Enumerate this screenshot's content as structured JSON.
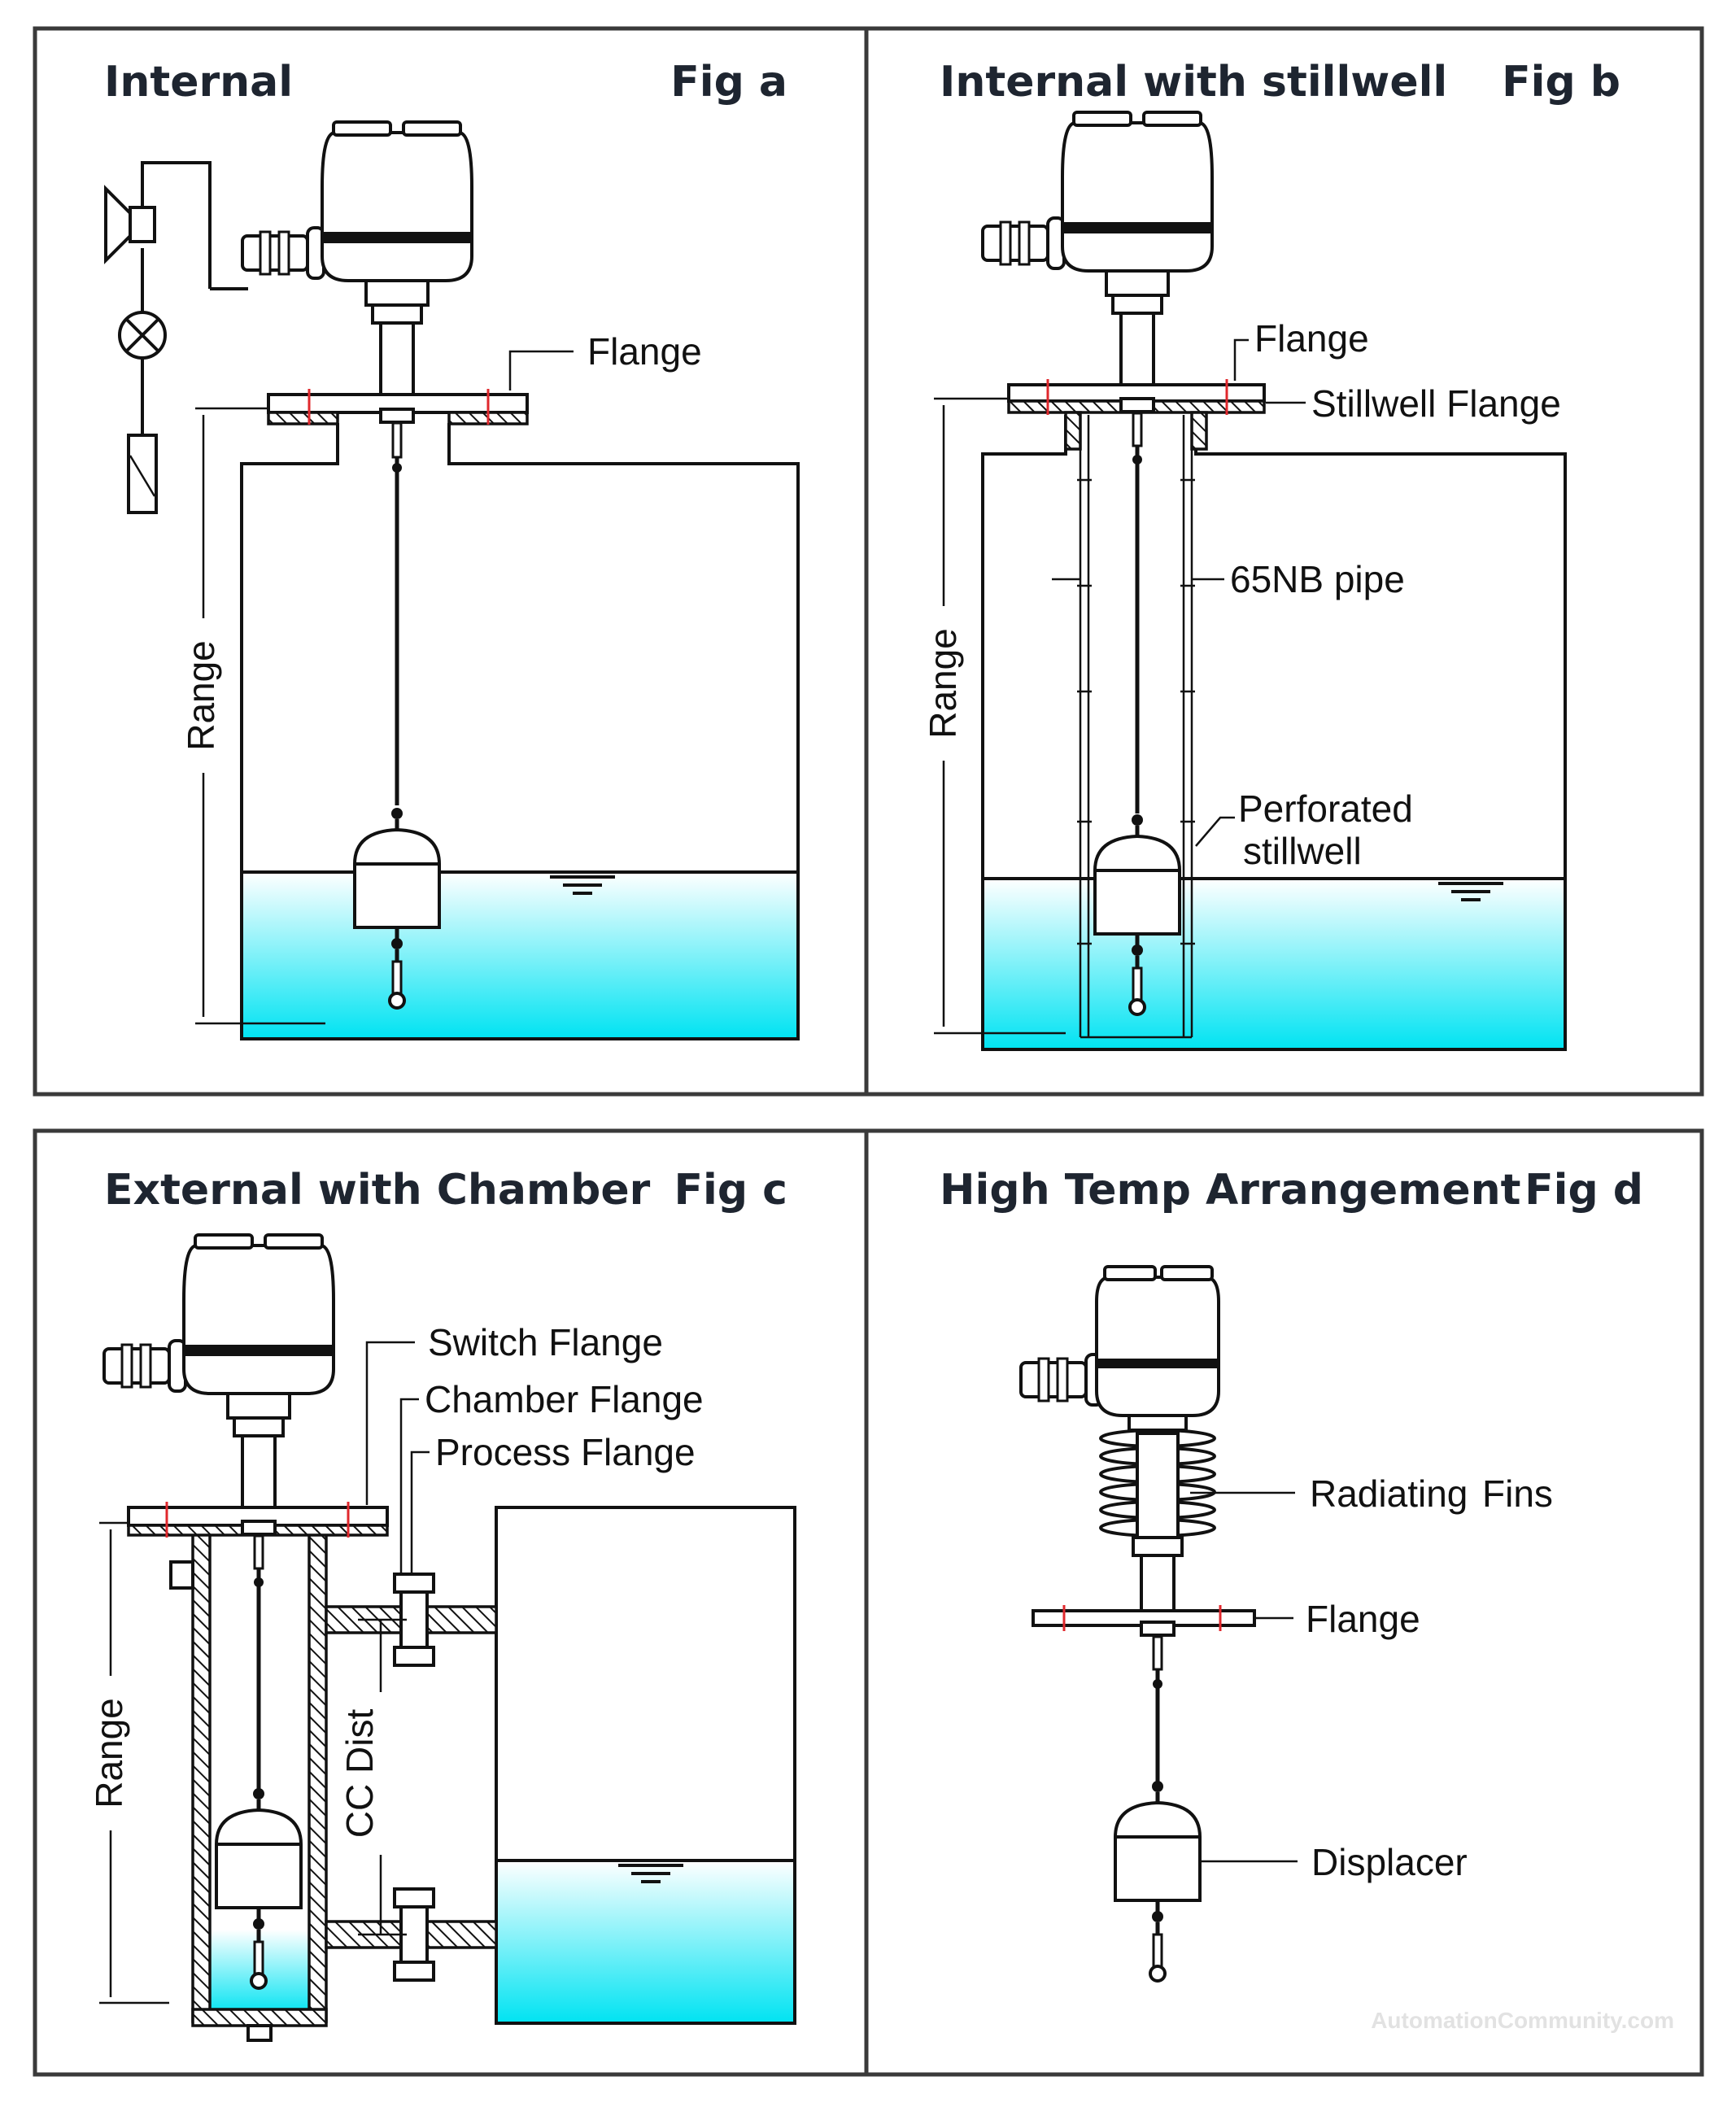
{
  "panels": {
    "a": {
      "title": "Internal",
      "fig": "Fig a",
      "labels": {
        "flange": "Flange",
        "range": "Range"
      }
    },
    "b": {
      "title": "Internal with stillwell",
      "fig": "Fig b",
      "labels": {
        "flange": "Flange",
        "stillwell_flange": "Stillwell Flange",
        "pipe": "65NB pipe",
        "perforated_1": "Perforated",
        "perforated_2": "stillwell",
        "range": "Range"
      }
    },
    "c": {
      "title": "External with Chamber",
      "fig": "Fig c",
      "labels": {
        "switch_flange": "Switch Flange",
        "chamber_flange": "Chamber Flange",
        "process_flange": "Process Flange",
        "range": "Range",
        "cc_dist": "CC Dist"
      }
    },
    "d": {
      "title": "High Temp Arrangement",
      "fig": "Fig d",
      "labels": {
        "radiating": "Radiating",
        "fins": "Fins",
        "flange": "Flange",
        "displacer": "Displacer"
      }
    }
  },
  "watermark": "AutomationCommunity.com",
  "colors": {
    "liquid_top": "#ffffff",
    "liquid_bottom": "#00e3f2",
    "flange_marks": "#e0282d",
    "border": "#3a3a3a"
  },
  "icons": [
    "horn-icon",
    "lamp-icon",
    "relay-icon",
    "liquid-level-icon"
  ]
}
